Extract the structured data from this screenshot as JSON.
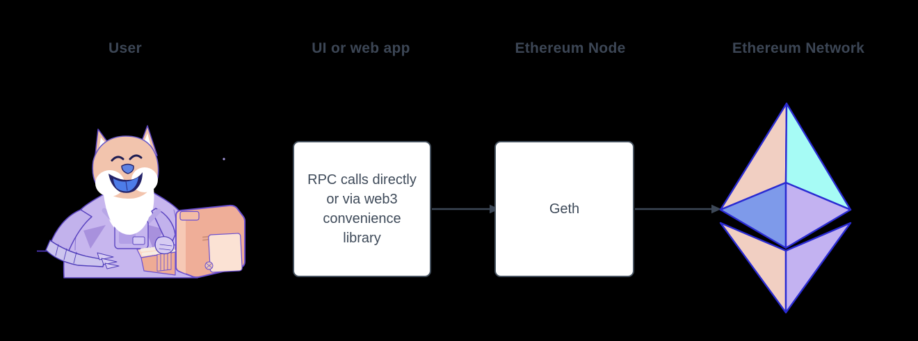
{
  "diagram": {
    "columns": {
      "user": {
        "label": "User"
      },
      "ui": {
        "label": "UI or web app",
        "box_lines": [
          "RPC calls directly",
          "or via web3",
          "convenience",
          "library"
        ]
      },
      "node": {
        "label": "Ethereum Node",
        "box_label": "Geth"
      },
      "network": {
        "label": "Ethereum Network"
      }
    },
    "icons": {
      "doge": "doge-astronaut-at-computer",
      "ethereum_logo": "ethereum-octahedron-diamond"
    },
    "colors": {
      "background": "#000000",
      "label_text": "#3c4655",
      "box_background": "#ffffff",
      "box_border": "#46525f",
      "box_text": "#3e4a59",
      "arrow": "#3d4857",
      "ethereum_outline": "#2a2bd2",
      "ethereum_peach": "#f1cfc2",
      "ethereum_cyan": "#a6fbf5",
      "ethereum_blue": "#7e9aea",
      "ethereum_purple": "#c3b2f1",
      "doge_fur": "#f2c4ad",
      "doge_suit": "#c7b6ee",
      "doge_tongue": "#4d7ce8",
      "computer_body": "#efae98",
      "desk_line": "#5b3fd8"
    }
  }
}
